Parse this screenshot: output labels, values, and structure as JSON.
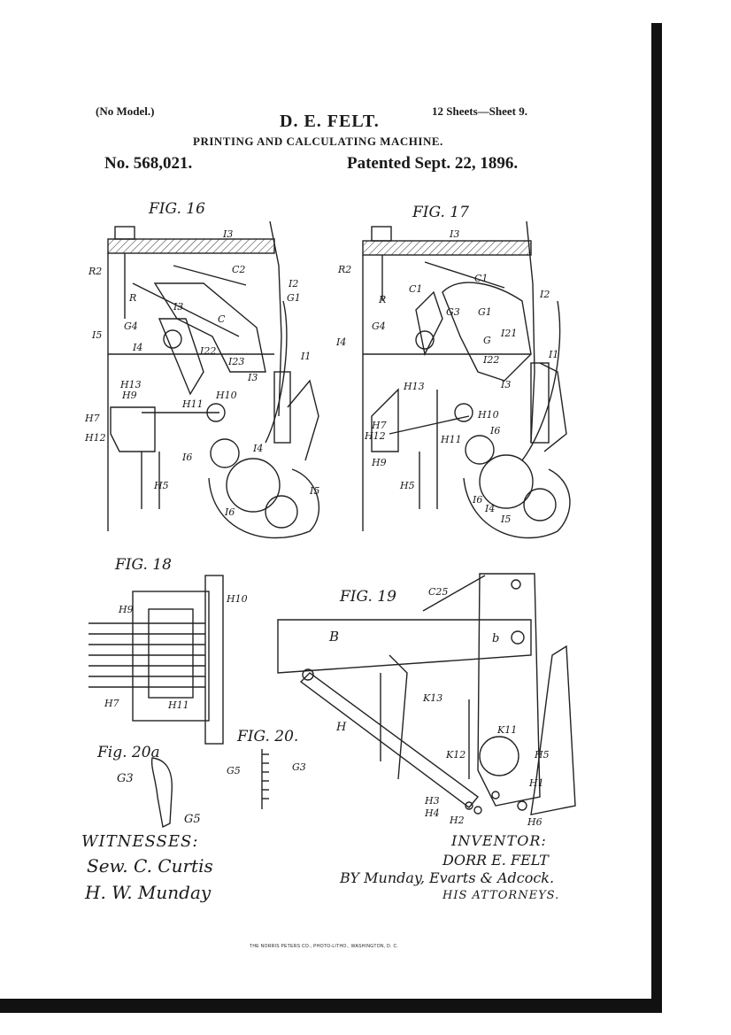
{
  "header": {
    "no_model": "(No Model.)",
    "sheets": "12 Sheets—Sheet 9.",
    "inventor": "D. E. FELT.",
    "title": "PRINTING AND CALCULATING MACHINE.",
    "patent_number": "No. 568,021.",
    "patent_date": "Patented Sept. 22, 1896."
  },
  "figures": {
    "fig16": "FIG. 16",
    "fig17": "FIG. 17",
    "fig18": "FIG. 18",
    "fig19": "FIG. 19",
    "fig20": "FIG. 20.",
    "fig20a": "Fig. 20a"
  },
  "labels": {
    "f16": [
      "I3",
      "R2",
      "R",
      "I3",
      "C2",
      "I2",
      "G1",
      "C",
      "G4",
      "I5",
      "I4",
      "I22",
      "I23",
      "I1",
      "H13",
      "H9",
      "H7",
      "H12",
      "H10",
      "H11",
      "I3",
      "I6",
      "I4",
      "I5",
      "H5",
      "I6"
    ],
    "f17": [
      "I3",
      "R2",
      "R",
      "C1",
      "C1",
      "I2",
      "G4",
      "G3",
      "G1",
      "I4",
      "G",
      "I21",
      "I22",
      "I1",
      "I3",
      "H13",
      "H7",
      "H12",
      "H9",
      "H10",
      "H11",
      "I6",
      "I4",
      "I5",
      "H5",
      "I6"
    ],
    "f18": [
      "H9",
      "H10",
      "H7",
      "H11"
    ],
    "f19": [
      "C25",
      "B",
      "b",
      "K13",
      "H",
      "K12",
      "K11",
      "H5",
      "H1",
      "H3",
      "H4",
      "H2",
      "H6"
    ],
    "f20": [
      "G5",
      "G3"
    ],
    "f20a": [
      "G3",
      "G5"
    ]
  },
  "signatures": {
    "witnesses_label": "WITNESSES:",
    "witness1": "Sew. C. Curtis",
    "witness2": "H. W. Munday",
    "inventor_label": "INVENTOR:",
    "inventor_signed": "DORR E. FELT",
    "by_attorneys": "BY Munday, Evarts & Adcock.",
    "his_attorneys": "HIS ATTORNEYS."
  },
  "printer_imprint": "THE NORRIS PETERS CO., PHOTO-LITHO., WASHINGTON, D. C."
}
